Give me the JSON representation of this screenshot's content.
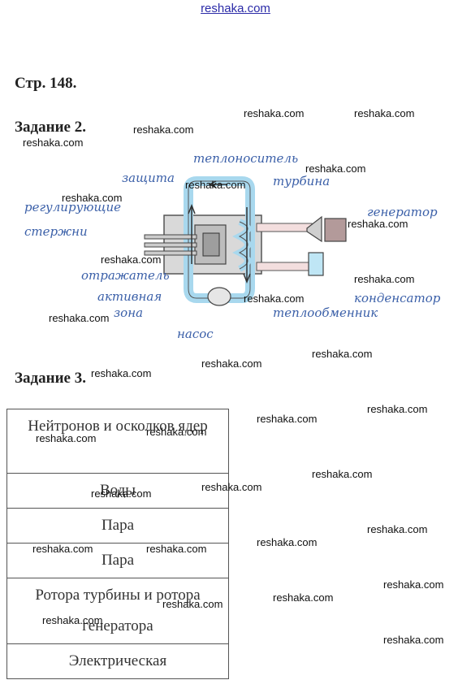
{
  "header": {
    "site": "reshaka.com"
  },
  "page_label": "Стр. 148.",
  "task2": {
    "title": "Задание 2.",
    "labels": {
      "protection": "защита",
      "coolant": "теплоноситель",
      "turbine": "турбина",
      "regulating": "регулирующие",
      "rods": "стержни",
      "generator": "генератор",
      "reflector": "отражатель",
      "active": "активная",
      "zone": "зона",
      "condenser": "конденсатор",
      "exchanger": "теплообменник",
      "pump": "насос"
    }
  },
  "task3": {
    "title": "Задание 3.",
    "rows": [
      "Нейтронов и осколков ядер",
      "Воды",
      "Пара",
      "Пара",
      "Ротора турбины и ротора генератора",
      "Электрическая"
    ]
  },
  "watermark": "reshaka.com",
  "colors": {
    "header_link": "#2b2ba8",
    "handwriting": "#3a5fa8",
    "pipe": "#a8d8ee"
  }
}
